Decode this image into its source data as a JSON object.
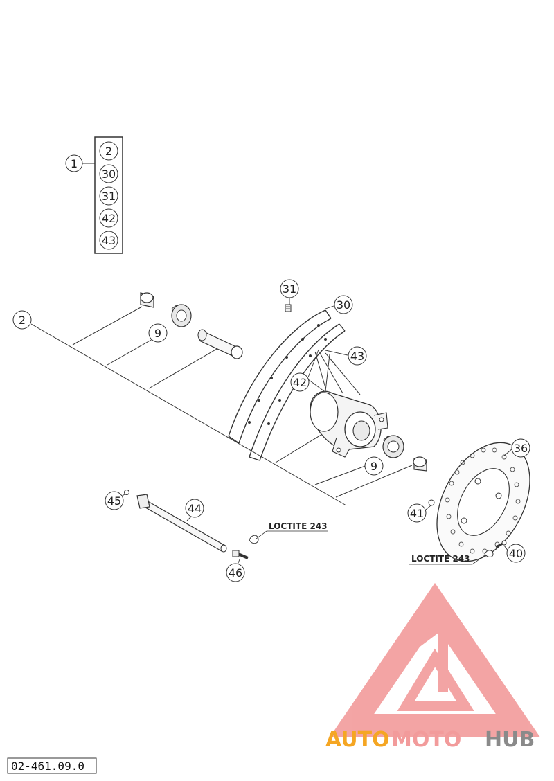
{
  "kit": {
    "label": "1",
    "contents": [
      "2",
      "30",
      "31",
      "42",
      "43"
    ]
  },
  "callouts": {
    "p2": "2",
    "p9a": "9",
    "p31": "31",
    "p30": "30",
    "p43": "43",
    "p42": "42",
    "p9b": "9",
    "p36": "36",
    "p45": "45",
    "p44": "44",
    "p41": "41",
    "p46": "46",
    "p40": "40"
  },
  "notes": {
    "loctite_1": "LOCTITE 243",
    "loctite_2": "LOCTITE 243"
  },
  "reference_number": "02-461.09.0",
  "watermark": {
    "part1": "AUTO",
    "part2": "MOTO",
    "part3": "HUB",
    "color_orange": "#f5a623",
    "color_pink": "#f29b9b",
    "color_gray": "#8a8a8a"
  }
}
